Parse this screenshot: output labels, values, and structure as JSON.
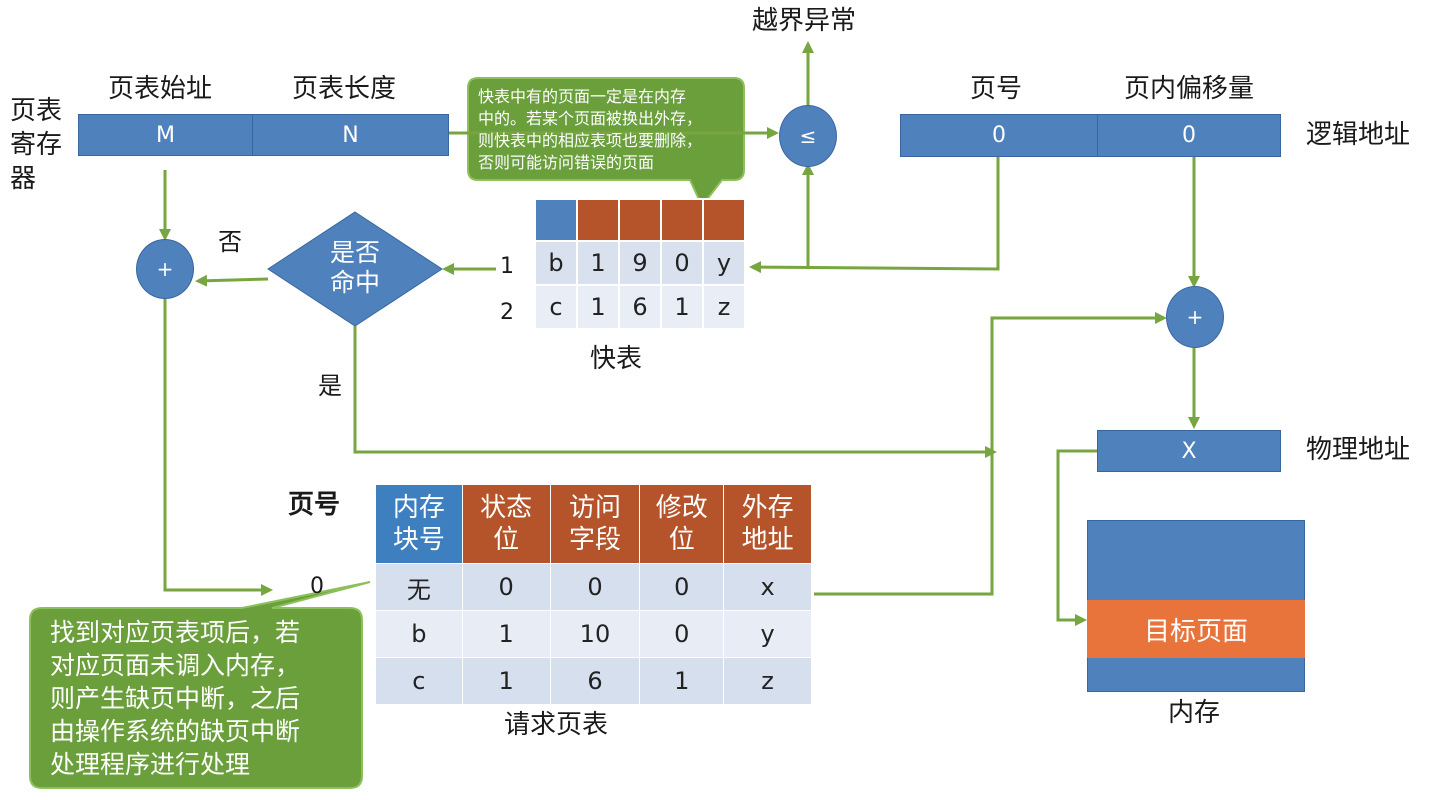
{
  "page_table_register": {
    "label_lines": [
      "页表",
      "寄存",
      "器"
    ],
    "start_label": "页表始址",
    "length_label": "页表长度",
    "start_value": "M",
    "length_value": "N"
  },
  "logical_address": {
    "label": "逻辑地址",
    "page_label": "页号",
    "offset_label": "页内偏移量",
    "page_value": "0",
    "offset_value": "0"
  },
  "out_of_bounds": "越界异常",
  "compare_symbol": "≤",
  "plus_symbol": "+",
  "decision": {
    "line1": "是否",
    "line2": "命中",
    "no": "否",
    "yes": "是"
  },
  "tlb": {
    "title": "快表",
    "rows": [
      {
        "index": "1",
        "cells": [
          "b",
          "1",
          "9",
          "0",
          "y"
        ]
      },
      {
        "index": "2",
        "cells": [
          "c",
          "1",
          "6",
          "1",
          "z"
        ]
      }
    ]
  },
  "tlb_note": {
    "lines": [
      "快表中有的页面一定是在内存",
      "中的。若某个页面被换出外存，",
      "则快表中的相应表项也要删除，",
      "否则可能访问错误的页面"
    ]
  },
  "physical_address": {
    "label": "物理地址",
    "value": "X"
  },
  "memory": {
    "label": "内存",
    "target": "目标页面"
  },
  "page_table": {
    "title": "请求页表",
    "page_no_label": "页号",
    "row_index": "0",
    "headers": [
      {
        "l1": "内存",
        "l2": "块号"
      },
      {
        "l1": "状态",
        "l2": "位"
      },
      {
        "l1": "访问",
        "l2": "字段"
      },
      {
        "l1": "修改",
        "l2": "位"
      },
      {
        "l1": "外存",
        "l2": "地址"
      }
    ],
    "rows": [
      [
        "无",
        "0",
        "0",
        "0",
        "x"
      ],
      [
        "b",
        "1",
        "10",
        "0",
        "y"
      ],
      [
        "c",
        "1",
        "6",
        "1",
        "z"
      ]
    ]
  },
  "fault_note": {
    "lines": [
      "找到对应页表项后，若",
      "对应页面未调入内存，",
      "则产生缺页中断，之后",
      "由操作系统的缺页中断",
      "处理程序进行处理"
    ]
  },
  "colors": {
    "blue": "#4f81bd",
    "brown": "#b5532a",
    "green": "#6a9f3c",
    "orange": "#e8743b",
    "arrow": "#77a53f"
  }
}
